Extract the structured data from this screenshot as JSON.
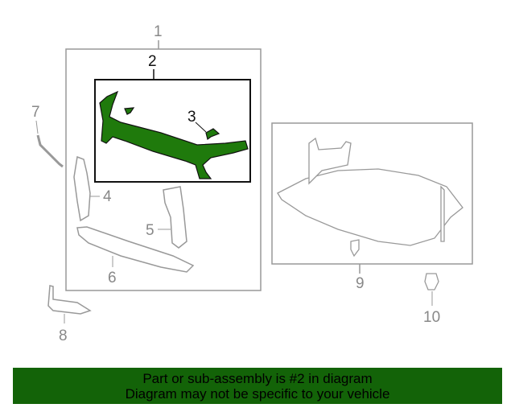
{
  "diagram": {
    "callouts": [
      "1",
      "2",
      "3",
      "4",
      "5",
      "6",
      "7",
      "8",
      "9",
      "10"
    ],
    "highlight_part": "2",
    "highlight_color": "#1f7a0c",
    "line_color": "#888888"
  },
  "banner": {
    "line1": "Part or sub-assembly is #2 in diagram",
    "line2": "Diagram may not be specific to your vehicle",
    "background": "#136308"
  }
}
